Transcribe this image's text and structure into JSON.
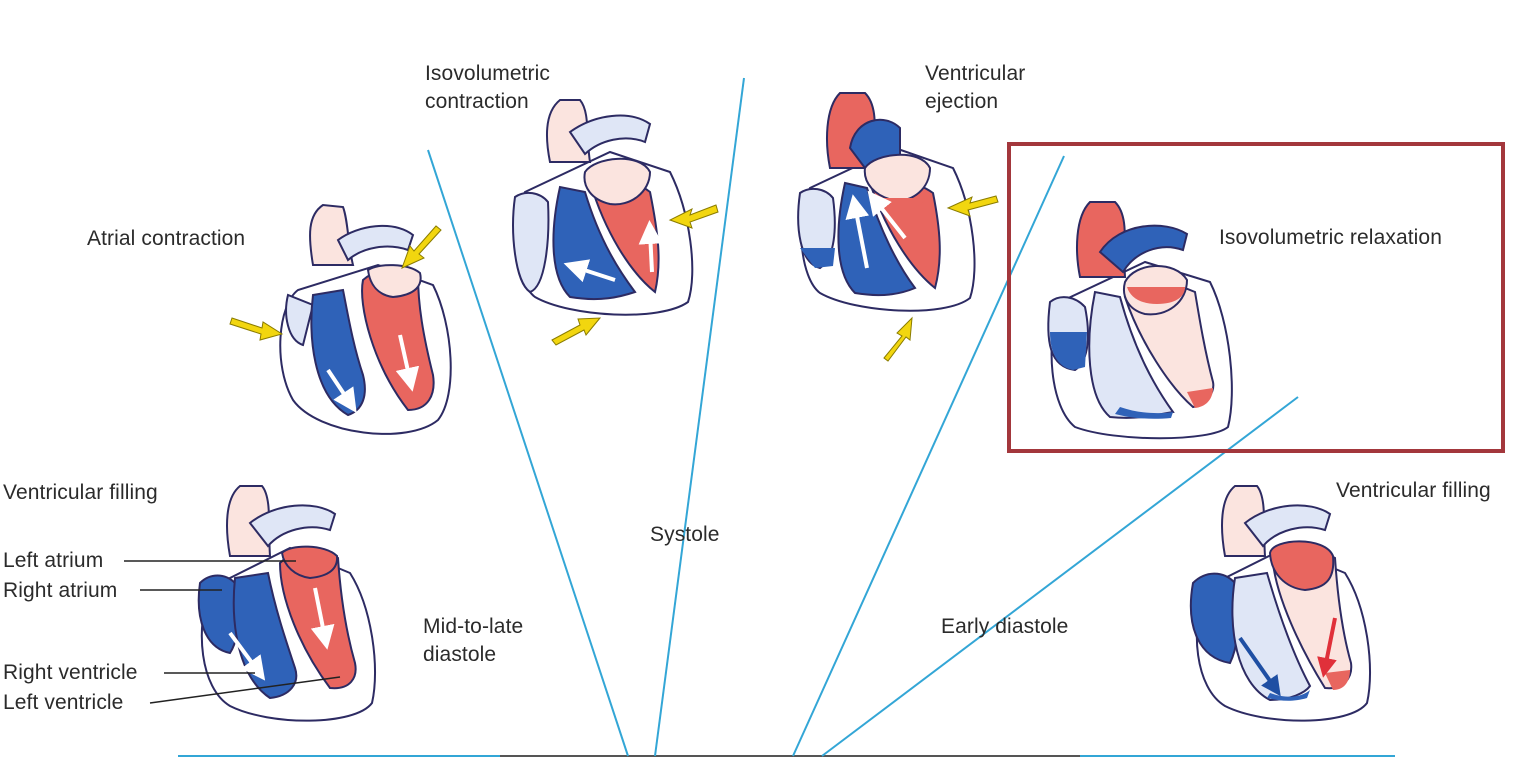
{
  "diagram": {
    "phases": {
      "atrial_contraction": "Atrial contraction",
      "isovolumetric_contraction": "Isovolumetric contraction",
      "ventricular_ejection": "Ventricular ejection",
      "isovolumetric_relaxation": "Isovolumetric relaxation",
      "ventricular_filling_left": "Ventricular filling",
      "ventricular_filling_right": "Ventricular filling"
    },
    "periods": {
      "systole": "Systole",
      "mid_to_late_diastole": "Mid-to-late diastole",
      "early_diastole": "Early diastole"
    },
    "structures": {
      "left_atrium": "Left atrium",
      "right_atrium": "Right atrium",
      "right_ventricle": "Right ventricle",
      "left_ventricle": "Left ventricle"
    },
    "colors": {
      "oxygenated_blood": "#e8665f",
      "deoxygenated_blood": "#2f62b8",
      "light_blue_tissue": "#dfe6f6",
      "light_pink_tissue": "#fbe4df",
      "outline": "#2d2b63",
      "divider_line": "#33a6d6",
      "contraction_arrow": "#f2d60f",
      "highlight_box": "#a3373c"
    }
  }
}
